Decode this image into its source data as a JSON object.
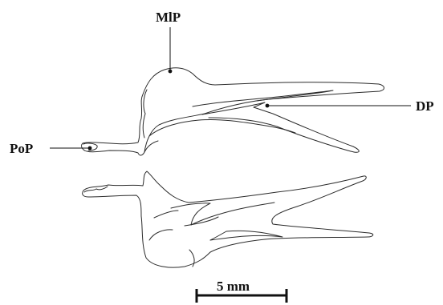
{
  "labels": {
    "mlp": "MlP",
    "dp": "DP",
    "pop": "PoP"
  },
  "scale_bar": {
    "text": "5 mm"
  },
  "colors": {
    "ink": "#111111",
    "outline": "#2b2b2b",
    "background": "#ffffff"
  }
}
